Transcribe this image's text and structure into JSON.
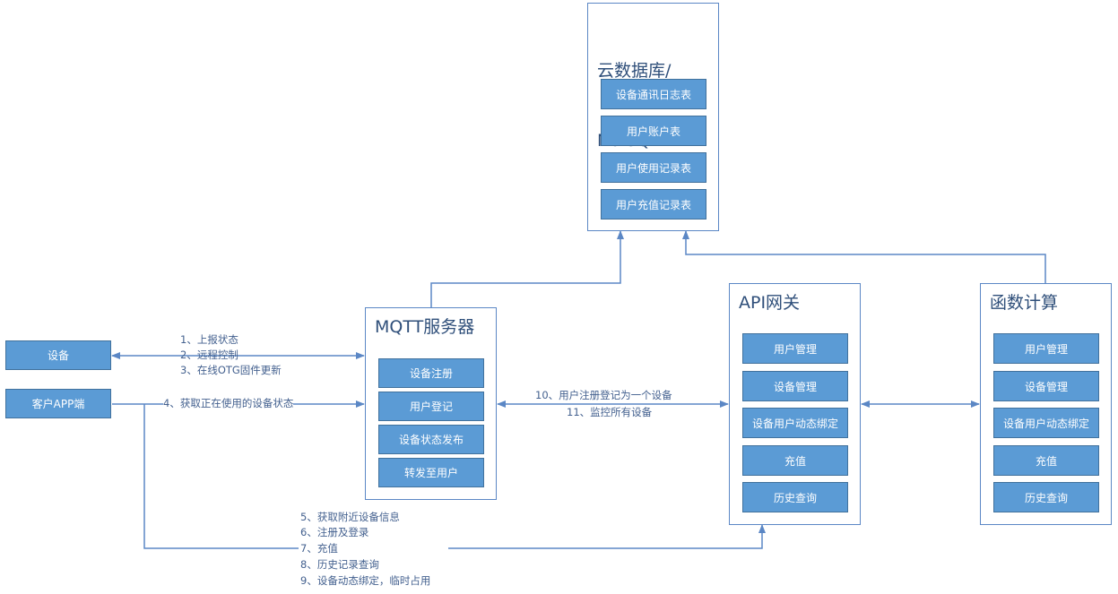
{
  "cloud_db": {
    "title_line1": "云数据库/",
    "title_line2": "No SQL",
    "items": [
      "设备通讯日志表",
      "用户账户表",
      "用户使用记录表",
      "用户充值记录表"
    ]
  },
  "mqtt": {
    "title": "MQTT服务器",
    "items": [
      "设备注册",
      "用户登记",
      "设备状态发布",
      "转发至用户"
    ]
  },
  "api_gateway": {
    "title": "API网关",
    "items": [
      "用户管理",
      "设备管理",
      "设备用户动态绑定",
      "充值",
      "历史查询"
    ]
  },
  "function_compute": {
    "title": "函数计算",
    "items": [
      "用户管理",
      "设备管理",
      "设备用户动态绑定",
      "充值",
      "历史查询"
    ]
  },
  "device": {
    "label": "设备"
  },
  "client_app": {
    "label": "客户APP端"
  },
  "labels": {
    "device_mqtt": [
      "1、上报状态",
      "2、远程控制",
      "3、在线OTG固件更新"
    ],
    "app_mqtt": "4、获取正在使用的设备状态",
    "mqtt_api": [
      "10、用户注册登记为一个设备",
      "11、监控所有设备"
    ],
    "app_api": [
      "5、获取附近设备信息",
      "6、注册及登录",
      "7、充值",
      "8、历史记录查询",
      "9、设备动态绑定，临时占用"
    ]
  },
  "colors": {
    "box_fill": "#5b9bd5",
    "box_border": "#41719c",
    "line": "#5b87c5",
    "label_text": "#44618f"
  }
}
